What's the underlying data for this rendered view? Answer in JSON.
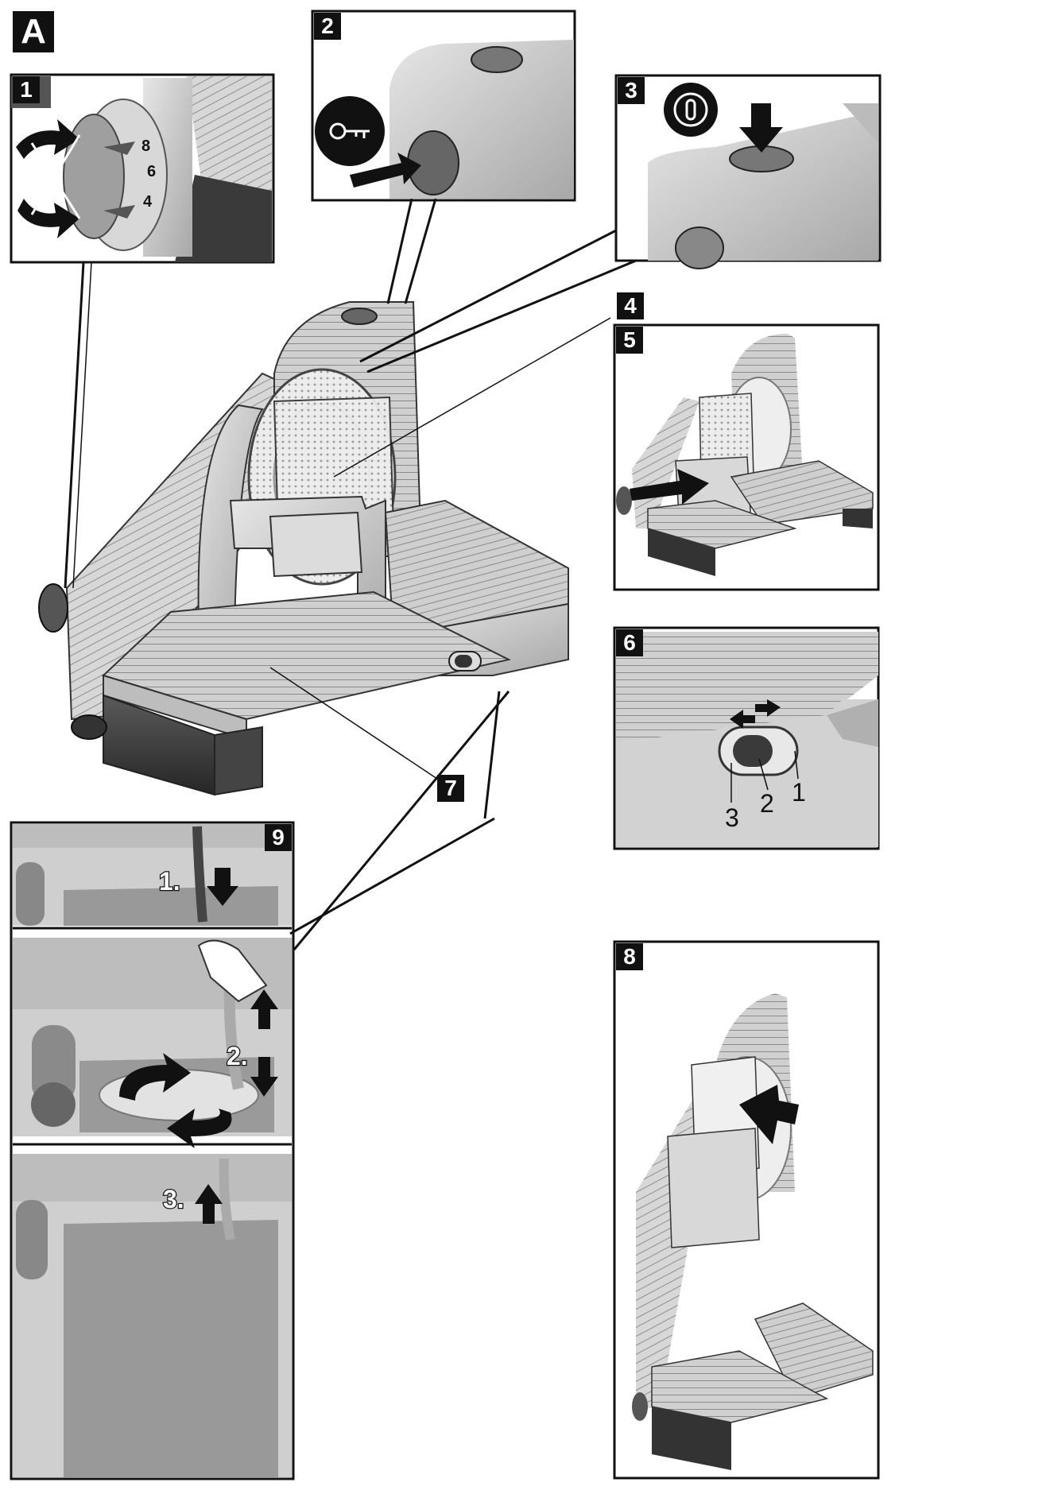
{
  "figure": {
    "letter": "A"
  },
  "callouts": {
    "c1": "1",
    "c2": "2",
    "c3": "3",
    "c4": "4",
    "c5": "5",
    "c6": "6",
    "c7": "7",
    "c8": "8",
    "c9": "9"
  },
  "dial_scale": {
    "s8": "8",
    "s6": "6",
    "s4": "4"
  },
  "switch_positions": {
    "p3": "3",
    "p2": "2",
    "p1": "1"
  },
  "cleaning_steps": {
    "step1": "1.",
    "step2": "2.",
    "step3": "3."
  },
  "icons": {
    "key": "key-icon",
    "power": "power-button-icon",
    "arrow": "push-arrow-icon",
    "rotate": "rotate-arrow-icon"
  },
  "colors": {
    "ink": "#111111",
    "metal": "#c4c4c4",
    "dark": "#3a3a3a",
    "paper": "#ffffff"
  }
}
